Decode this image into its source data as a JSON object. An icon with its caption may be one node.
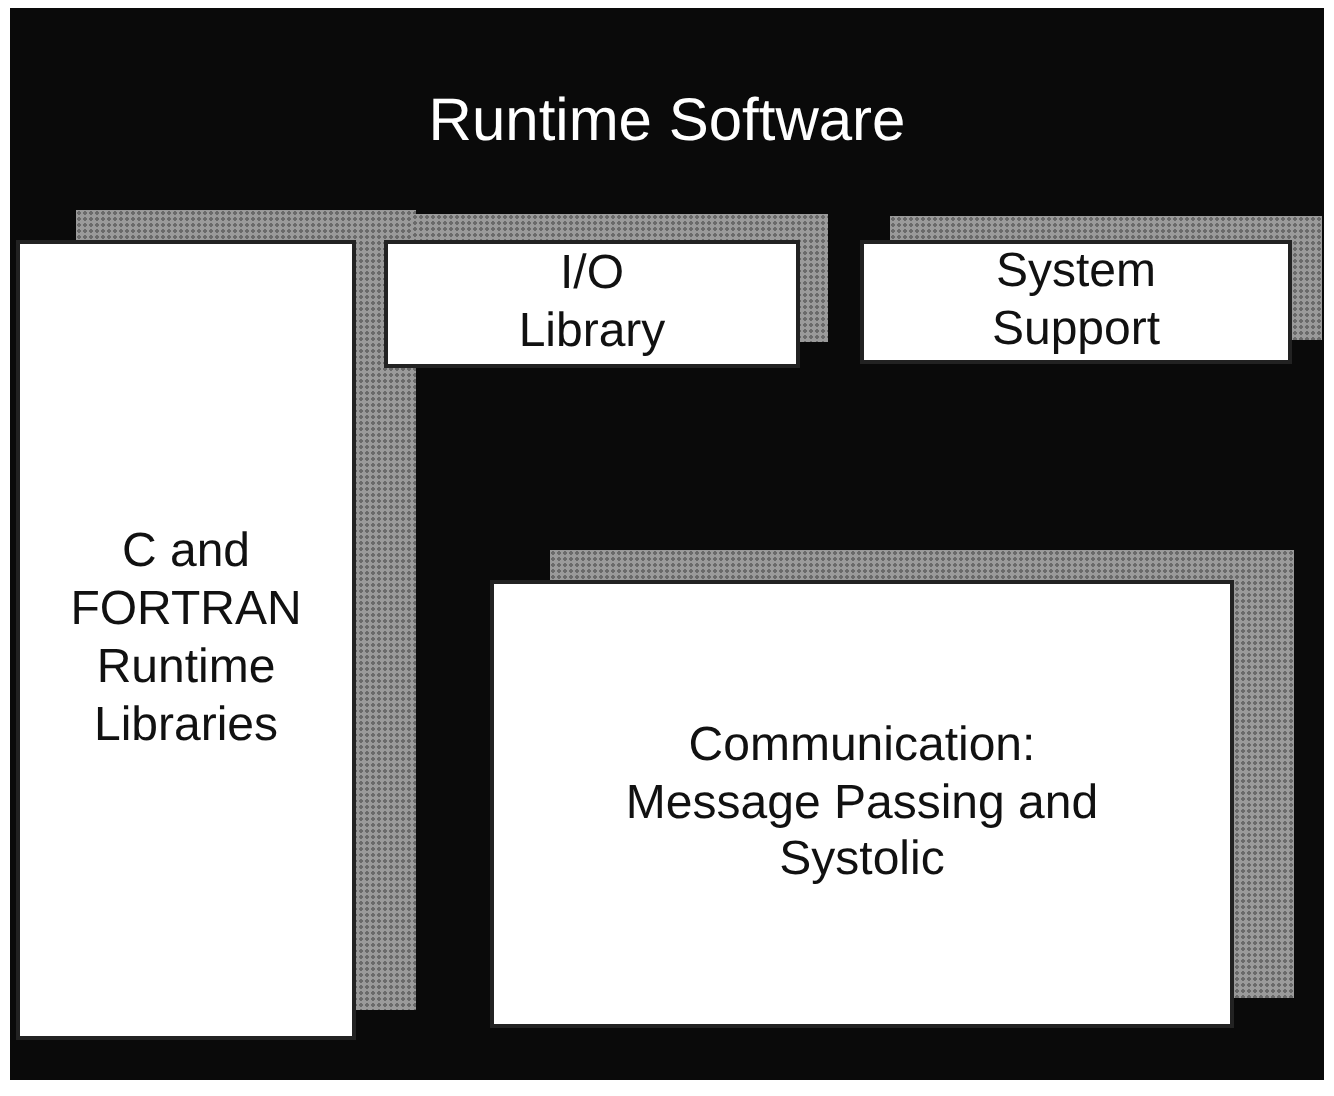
{
  "diagram": {
    "nodes": [
      {
        "text": [
          "Runtime Software"
        ]
      },
      {
        "text": [
          "C and FORTRAN Runtime Libraries"
        ],
        "in": 0
      },
      {
        "text": [
          "I/O Library"
        ],
        "in": 0
      },
      {
        "text": [
          "System Support"
        ],
        "in": 0
      },
      {
        "text": [
          "Communication: Message Passing and Systolic"
        ],
        "in": 0
      }
    ],
    "edges": []
  }
}
